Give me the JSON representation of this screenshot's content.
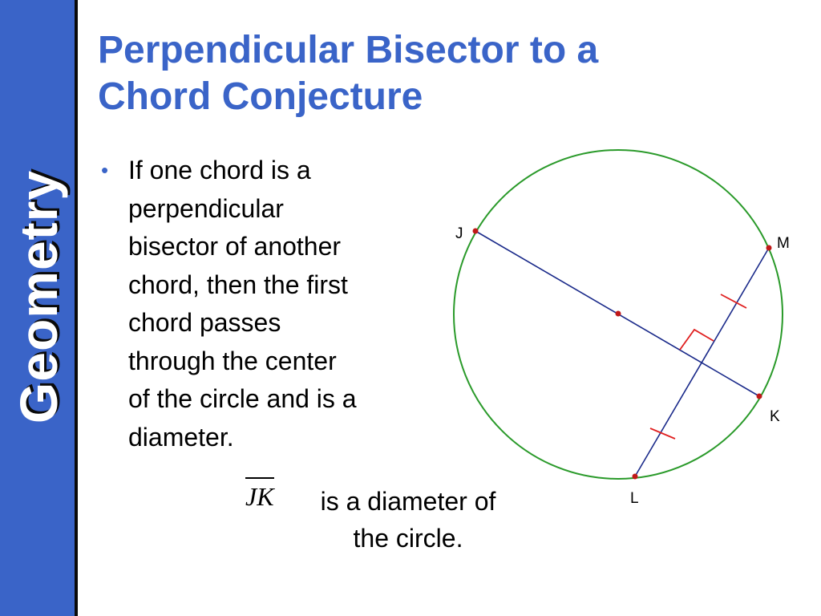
{
  "sidebar": {
    "label": "Geometry",
    "color": "#3a64c8"
  },
  "title": {
    "line1": "Perpendicular Bisector to a",
    "line2": "Chord Conjecture"
  },
  "bullet": {
    "lines": [
      "If one chord is a",
      "perpendicular",
      "bisector of another",
      "chord, then the first",
      "chord passes",
      "through the center",
      "of the circle and is a",
      "diameter."
    ]
  },
  "caption": {
    "segment": "JK",
    "line1": "is a diameter of",
    "line2": "the circle."
  },
  "diagram": {
    "points": {
      "J": "J",
      "M": "M",
      "K": "K",
      "L": "L"
    },
    "colors": {
      "circle": "#2a9a2a",
      "chord": "#1a2a8a",
      "marks": "#e02020",
      "points": "#c01818"
    }
  }
}
